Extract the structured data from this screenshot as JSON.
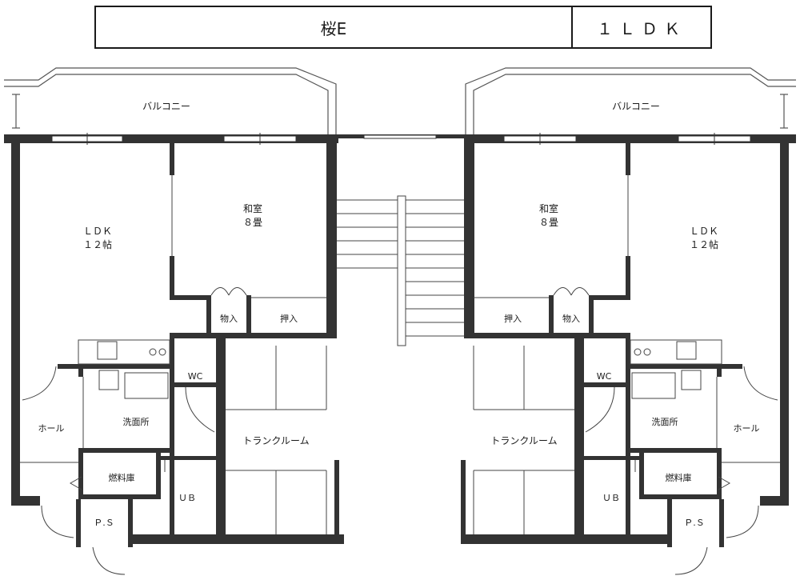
{
  "title": {
    "name": "桜E",
    "layout_type": "１ＬＤＫ"
  },
  "rooms": {
    "balcony": "バルコニー",
    "ldk": "ＬＤＫ",
    "ldk_size": "１２帖",
    "washitsu": "和室",
    "washitsu_size": "８畳",
    "storage": "物入",
    "closet": "押入",
    "wc": "WC",
    "hall": "ホール",
    "washroom": "洗面所",
    "trunk_room": "トランクルーム",
    "fuel_storage": "燃料庫",
    "ub": "ＵＢ",
    "ps": "Ｐ.Ｓ"
  }
}
